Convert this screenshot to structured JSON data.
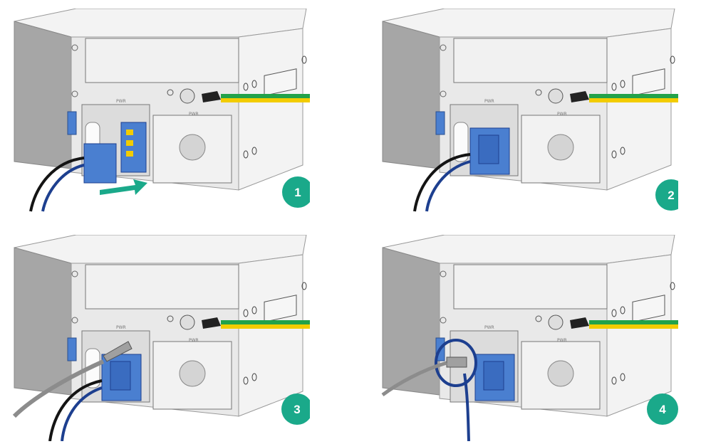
{
  "panels": [
    {
      "step": "1",
      "cables": "black-blue",
      "tie": "none",
      "plugged": false,
      "arrow": true
    },
    {
      "step": "2",
      "cables": "black-blue",
      "tie": "none",
      "plugged": true,
      "arrow": false
    },
    {
      "step": "3",
      "cables": "black-blue",
      "tie": "loose",
      "plugged": true,
      "arrow": false
    },
    {
      "step": "4",
      "cables": "blue",
      "tie": "tightened",
      "plugged": true,
      "arrow": false
    }
  ],
  "colors": {
    "chassis_front": "#e9e9e9",
    "chassis_side": "#f3f3f3",
    "chassis_left": "#a6a6a6",
    "connector_blue": "#4a7fd0",
    "cable_black": "#141414",
    "cable_blue": "#1d3f8f",
    "ground_green": "#22a24a",
    "ground_yellow": "#f2cc00",
    "badge": "#1aa98a",
    "arrow": "#1aa98a",
    "tie": "#8c8c8c"
  },
  "chassis_labels": {
    "pwr_left": "PWR",
    "pwr_right": "PWR"
  }
}
